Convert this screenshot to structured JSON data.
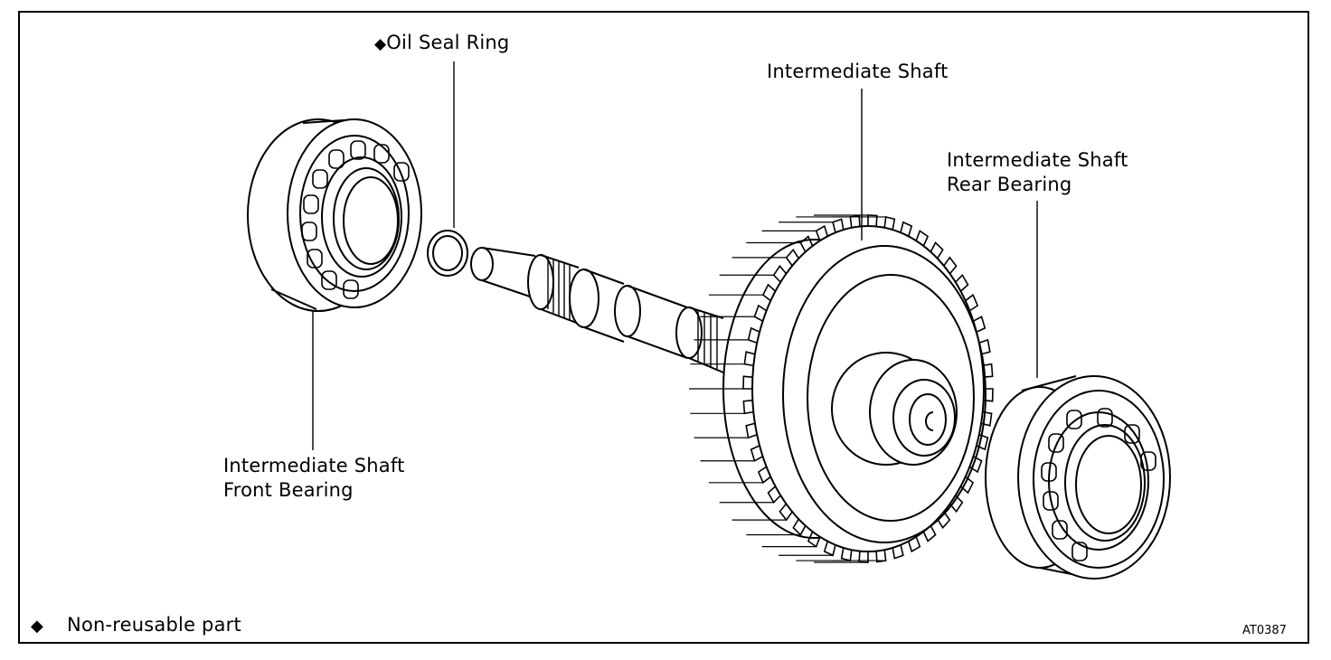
{
  "labels": {
    "oil_seal_ring": "Oil Seal Ring",
    "intermediate_shaft": "Intermediate Shaft",
    "rear_bearing_line1": "Intermediate Shaft",
    "rear_bearing_line2": "Rear Bearing",
    "front_bearing_line1": "Intermediate Shaft",
    "front_bearing_line2": "Front Bearing"
  },
  "legend": {
    "symbol": "◆",
    "text": "Non-reusable part"
  },
  "figure_id": "AT0387"
}
